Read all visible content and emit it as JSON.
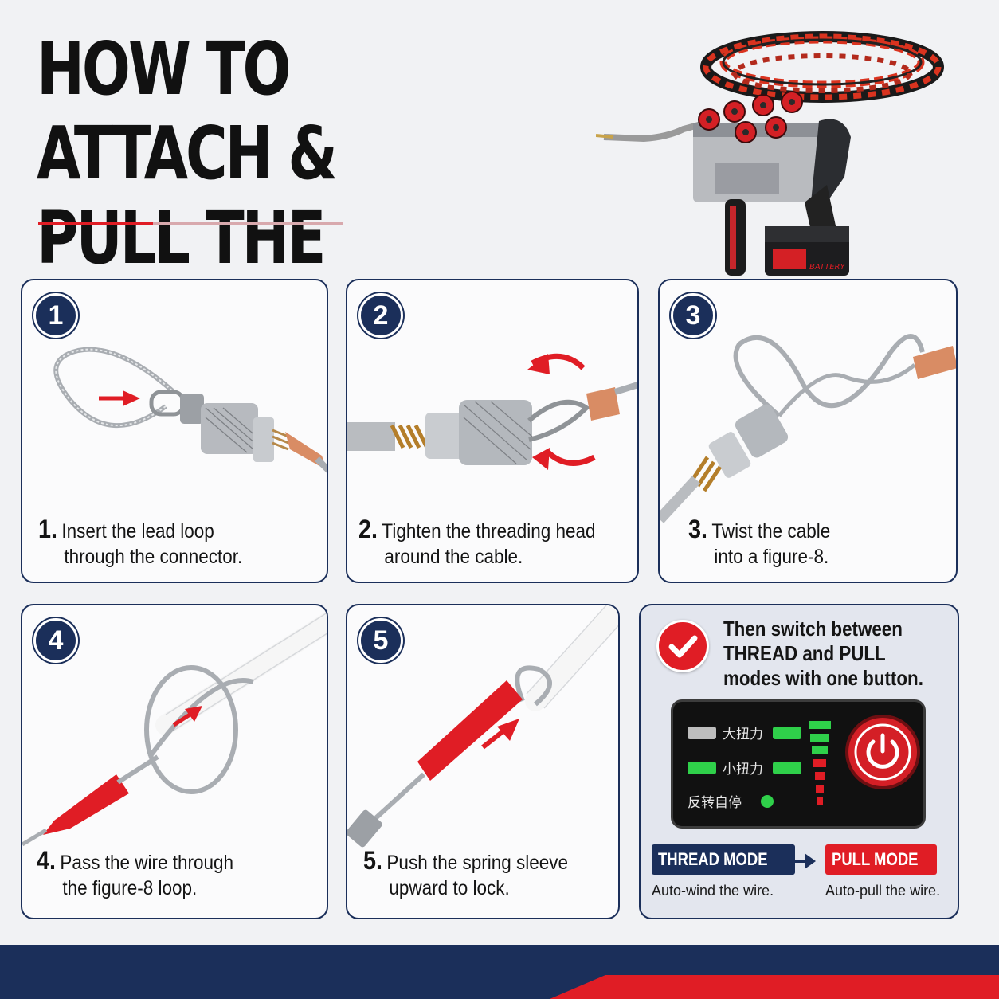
{
  "title": {
    "line1": "HOW TO ATTACH &",
    "line2": "PULL THE WIRE"
  },
  "steps": [
    {
      "badge": "1",
      "num": "1.",
      "line1": "Insert the lead loop",
      "line2": "through the connector."
    },
    {
      "badge": "2",
      "num": "2.",
      "line1": "Tighten the threading head",
      "line2": "around the cable."
    },
    {
      "badge": "3",
      "num": "3.",
      "line1": "Twist the cable",
      "line2": "into a figure-8."
    },
    {
      "badge": "4",
      "num": "4.",
      "line1": "Pass the wire through",
      "line2": "the figure-8 loop."
    },
    {
      "badge": "5",
      "num": "5.",
      "line1": "Push the spring sleeve",
      "line2": "upward to lock."
    }
  ],
  "info": {
    "line1": "Then switch between",
    "line2": "THREAD and PULL",
    "line3": "modes with one button.",
    "panel": {
      "label_high": "大扭力",
      "label_low": "小扭力",
      "label_auto": "反转自停"
    },
    "thread_mode": {
      "label": "THREAD MODE",
      "desc": "Auto-wind the wire."
    },
    "pull_mode": {
      "label": "PULL MODE",
      "desc": "Auto-pull the wire."
    }
  },
  "product": {
    "battery_text": "BATTERY"
  },
  "colors": {
    "navy": "#1b2f5a",
    "red": "#e01d25",
    "green": "#2fd04a"
  }
}
